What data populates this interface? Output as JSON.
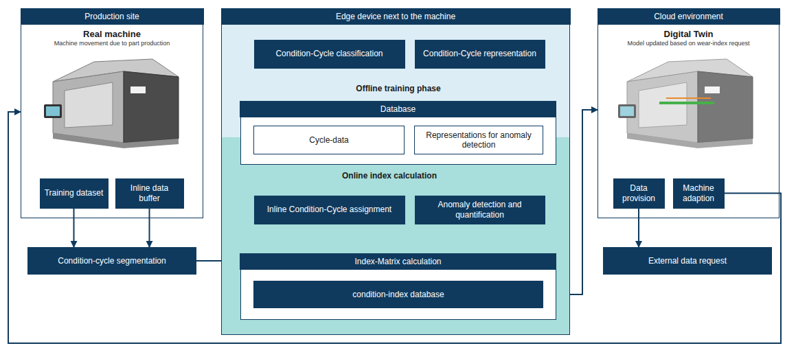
{
  "diagram": {
    "nodes": [
      {
        "text": [
          "Production site",
          "Real machine",
          "Machine movement due to part production"
        ]
      },
      {
        "text": [
          "Training dataset"
        ],
        "in": 0
      },
      {
        "text": [
          "Inline data buffer"
        ],
        "in": 0
      },
      {
        "text": [
          "Condition-cycle segmentation"
        ]
      },
      {
        "text": [
          "Edge device next to the machine"
        ]
      },
      {
        "text": [
          "Condition-Cycle classification"
        ],
        "in": 4
      },
      {
        "text": [
          "Condition-Cycle representation"
        ],
        "in": 4
      },
      {
        "text": [
          "Database"
        ],
        "in": 4
      },
      {
        "text": [
          "Cycle-data"
        ],
        "in": 7
      },
      {
        "text": [
          "Representations for anomaly detection"
        ],
        "in": 7
      },
      {
        "text": [
          "Inline Condition-Cycle assignment"
        ],
        "in": 4
      },
      {
        "text": [
          "Anomaly detection and quantification"
        ],
        "in": 4
      },
      {
        "text": [
          "Index-Matrix calculation"
        ],
        "in": 4
      },
      {
        "text": [
          "condition-index database"
        ],
        "in": 12
      },
      {
        "text": [
          "Cloud environment",
          "Digital Twin",
          "Model updated based on wear-index request"
        ]
      },
      {
        "text": [
          "Data provision"
        ],
        "in": 14
      },
      {
        "text": [
          "Machine adaption"
        ],
        "in": 14
      },
      {
        "text": [
          "External data request"
        ]
      }
    ],
    "edges": [
      {
        "from": 1,
        "to": 3,
        "arrow": "to"
      },
      {
        "from": 2,
        "to": 3,
        "arrow": "to"
      },
      {
        "from": 3,
        "to": 5,
        "arrow": "to"
      },
      {
        "from": 3,
        "to": 10,
        "arrow": "to"
      },
      {
        "from": 5,
        "to": 6,
        "arrow": "to"
      },
      {
        "from": 6,
        "to": 7,
        "arrow": "to"
      },
      {
        "from": 7,
        "to": 10,
        "arrow": "both"
      },
      {
        "from": 7,
        "to": 11,
        "arrow": "both"
      },
      {
        "from": 10,
        "to": 11,
        "arrow": "to"
      },
      {
        "from": 11,
        "to": 12,
        "arrow": "both"
      },
      {
        "from": 14,
        "to": 12,
        "arrow": "both"
      },
      {
        "from": 15,
        "to": 17,
        "arrow": "to"
      },
      {
        "from": 16,
        "to": 0,
        "arrow": "to"
      }
    ],
    "labels": [
      "Offline training phase",
      "Online index calculation"
    ]
  }
}
